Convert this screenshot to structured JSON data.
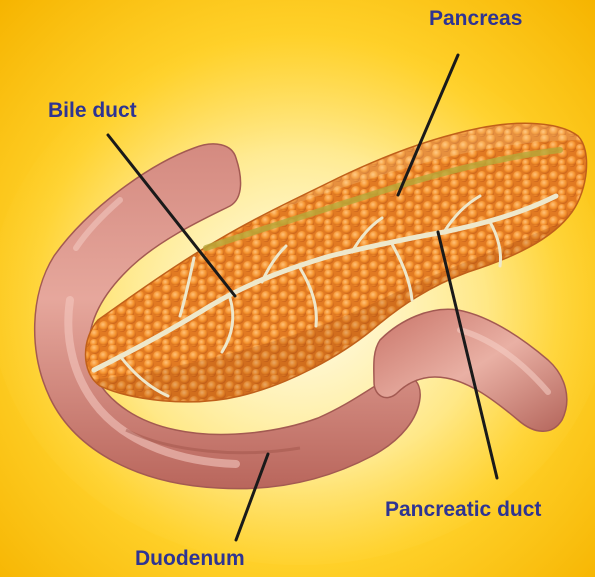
{
  "colors": {
    "background": "#ffd12a",
    "label_text": "#2e3493",
    "leader_line": "#1a1a1a",
    "pancreas_tissue": "#f08c2a",
    "duodenum": "#cf7d72",
    "duct": "#eee8cc"
  },
  "labels": {
    "pancreas": "Pancreas",
    "bile_duct": "Bile duct",
    "pancreatic_duct": "Pancreatic duct",
    "duodenum": "Duodenum"
  }
}
